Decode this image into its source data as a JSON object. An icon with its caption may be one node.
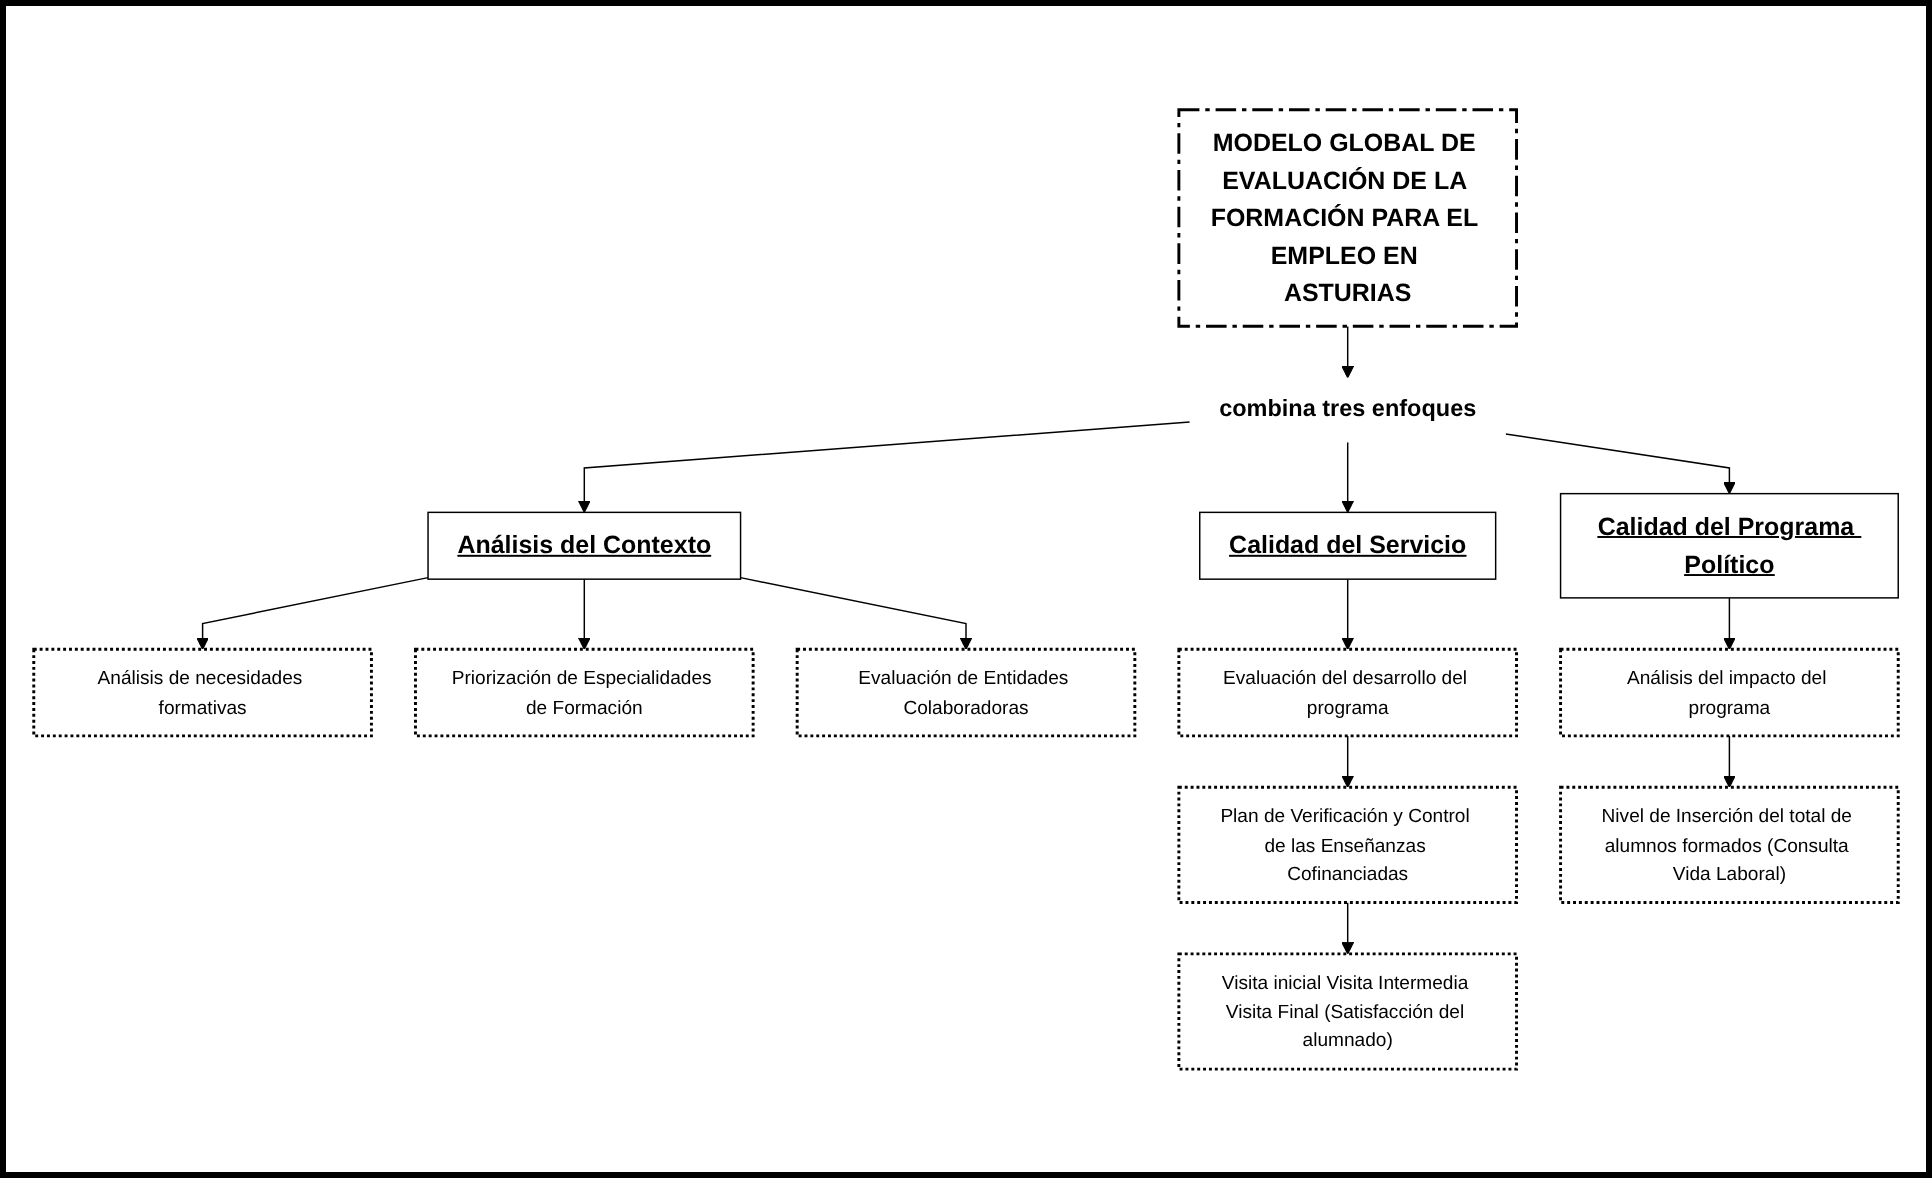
{
  "diagram": {
    "nodes": [
      {
        "text": [
          "MODELO GLOBAL DE EVALUACIÓN DE LA FORMACIÓN PARA EL EMPLEO EN ASTURIAS"
        ]
      },
      {
        "text": [
          "combina tres enfoques"
        ]
      },
      {
        "text": [
          "Análisis del Contexto"
        ]
      },
      {
        "text": [
          "Calidad del Servicio"
        ]
      },
      {
        "text": [
          "Calidad del Programa Político"
        ]
      },
      {
        "text": [
          "Análisis de necesidades formativas"
        ]
      },
      {
        "text": [
          "Priorización de Especialidades de Formación"
        ]
      },
      {
        "text": [
          "Evaluación de Entidades Colaboradoras"
        ]
      },
      {
        "text": [
          "Evaluación del desarrollo del programa"
        ]
      },
      {
        "text": [
          "Plan de Verificación y Control de las Enseñanzas Cofinanciadas"
        ]
      },
      {
        "text": [
          "Visita inicial Visita Intermedia Visita Final (Satisfacción del alumnado)"
        ]
      },
      {
        "text": [
          "Análisis del impacto del programa"
        ]
      },
      {
        "text": [
          "Nivel de Inserción del total de alumnos formados (Consulta Vida Laboral)"
        ]
      }
    ],
    "edges": [
      {
        "from": 0,
        "to": 1,
        "arrow": "to"
      },
      {
        "from": 1,
        "to": 2,
        "arrow": "to"
      },
      {
        "from": 1,
        "to": 3,
        "arrow": "to"
      },
      {
        "from": 1,
        "to": 4,
        "arrow": "to"
      },
      {
        "from": 2,
        "to": 5,
        "arrow": "to"
      },
      {
        "from": 2,
        "to": 7,
        "arrow": "to"
      },
      {
        "from": 2,
        "to": 6,
        "arrow": "to"
      },
      {
        "from": 3,
        "to": 8,
        "arrow": "to"
      },
      {
        "from": 8,
        "to": 9,
        "arrow": "to"
      },
      {
        "from": 9,
        "to": 10,
        "arrow": "to"
      },
      {
        "from": 4,
        "to": 11,
        "arrow": "to"
      },
      {
        "from": 11,
        "to": 12,
        "arrow": "to"
      }
    ]
  }
}
